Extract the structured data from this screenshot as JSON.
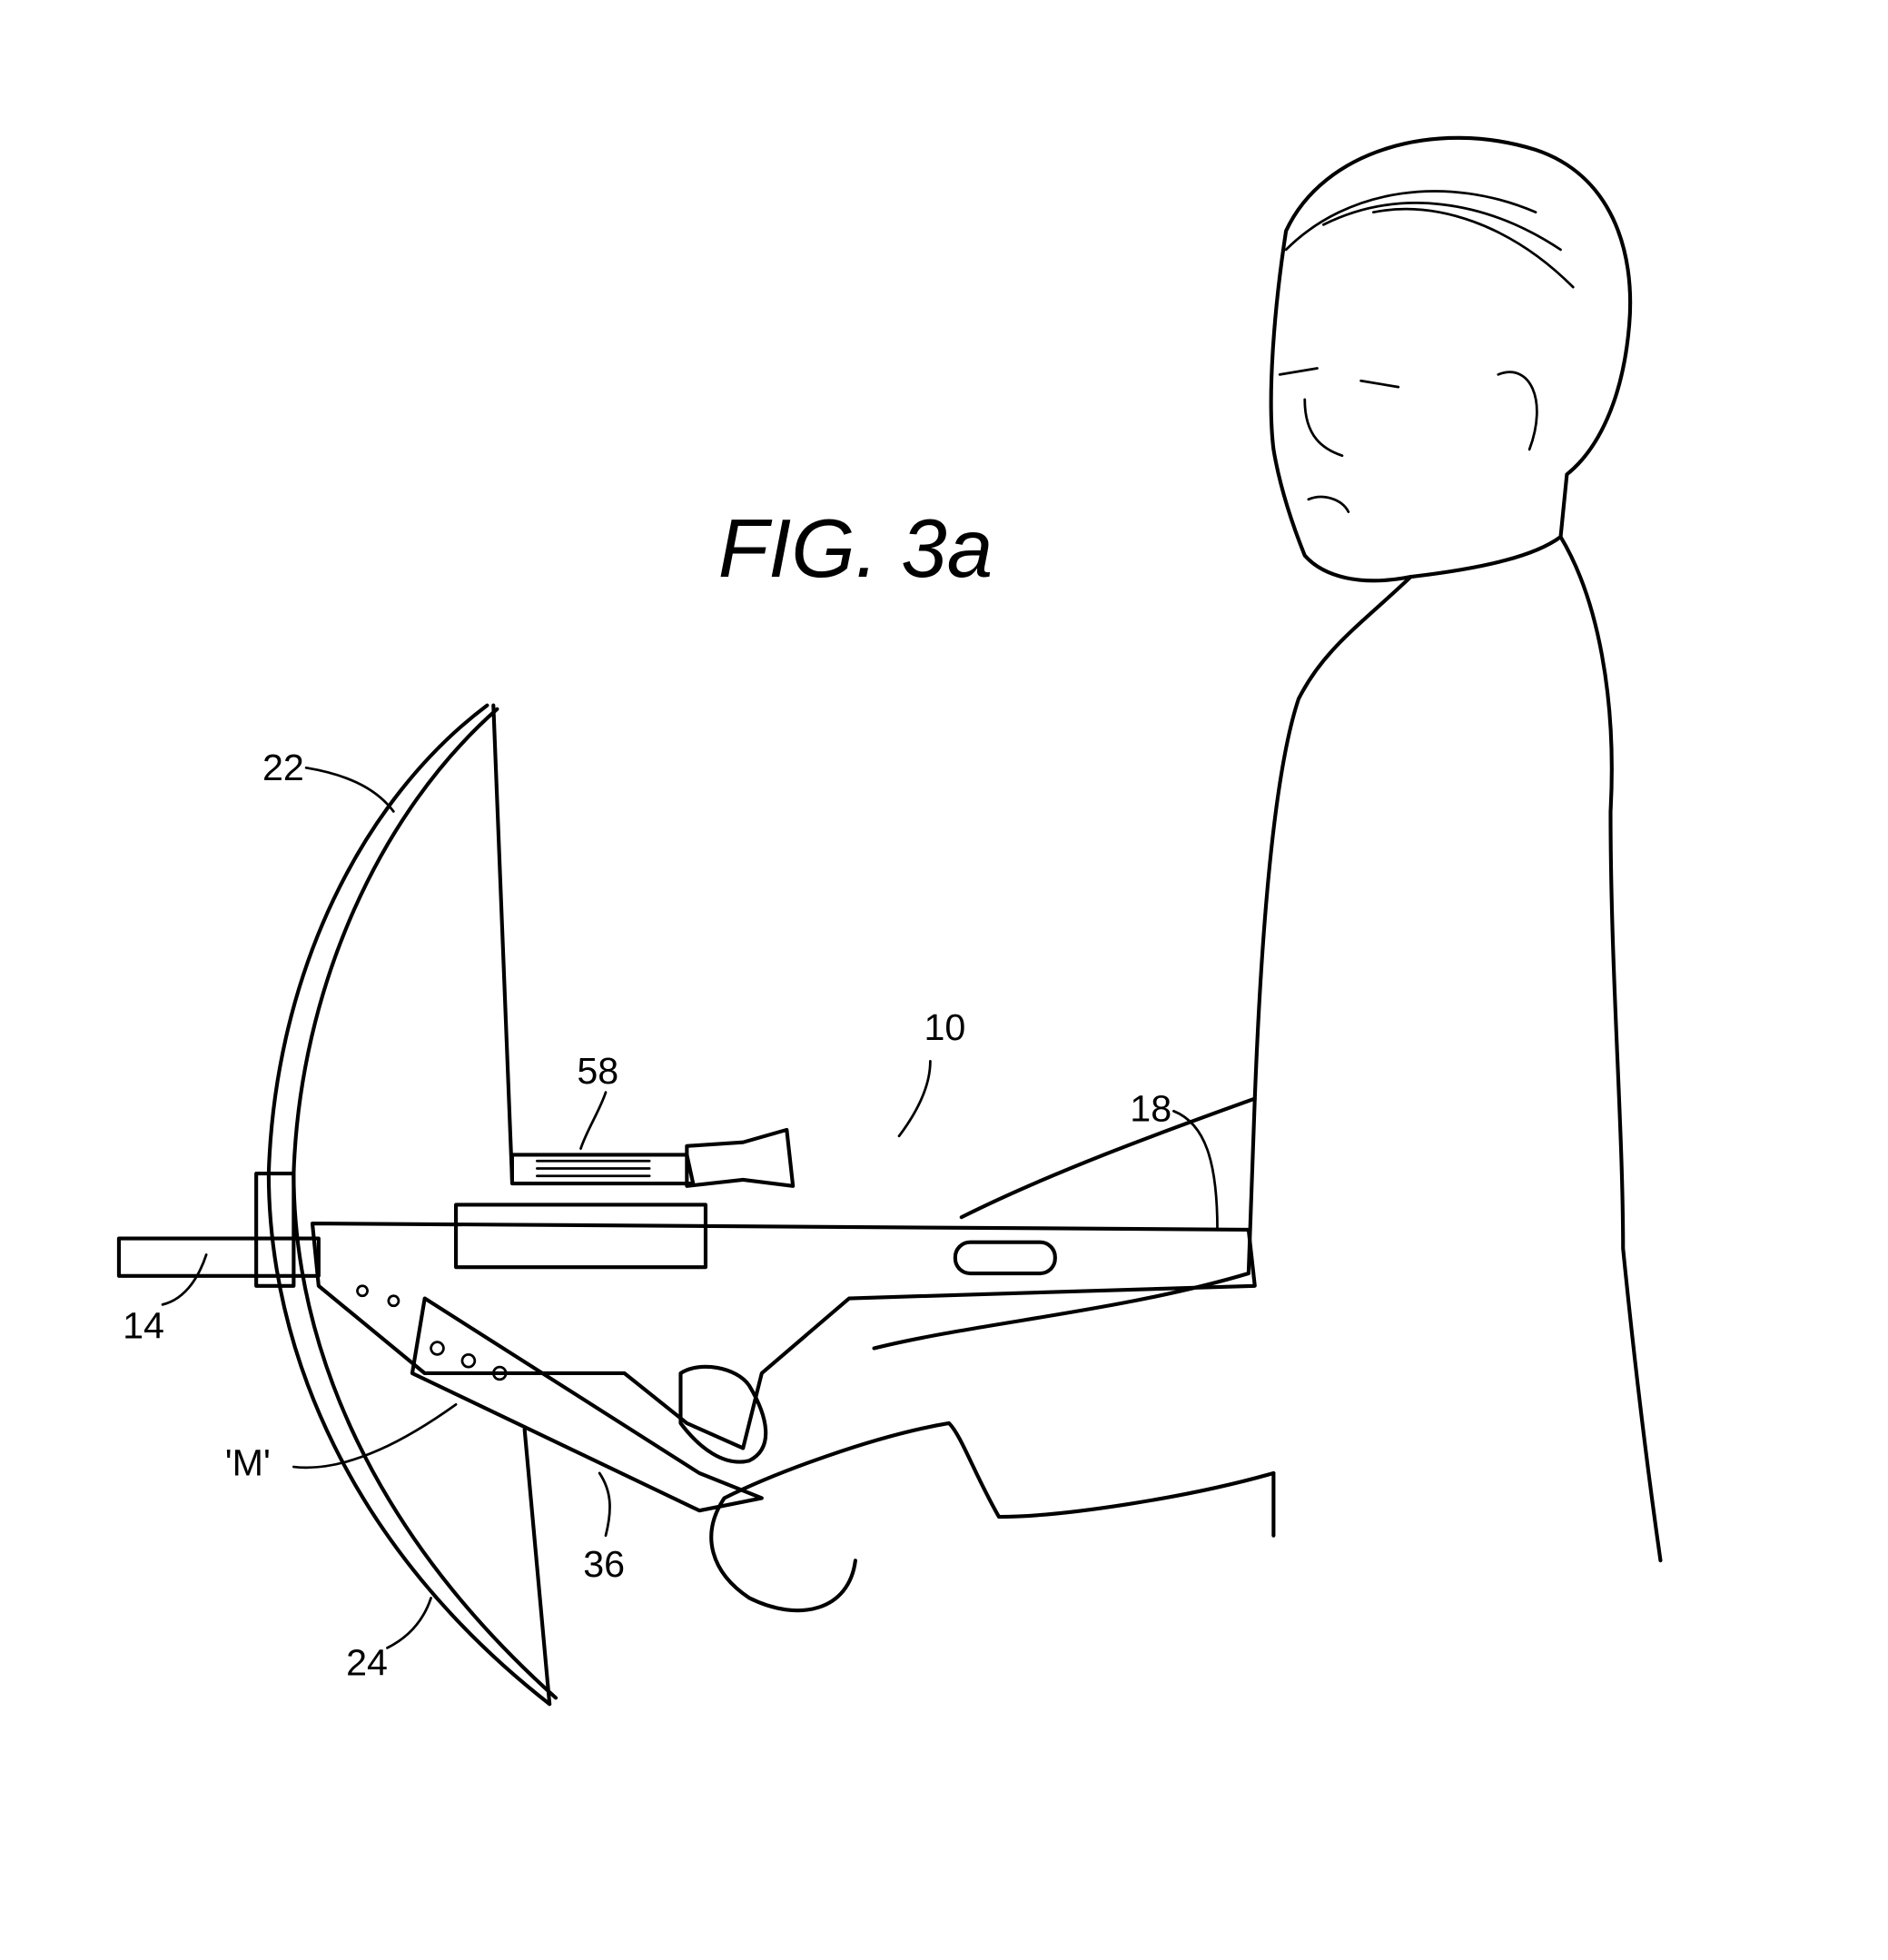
{
  "figure": {
    "title": "FIG. 3a",
    "labels": {
      "bow_limb_upper": "22",
      "scope": "58",
      "crossbow": "10",
      "stock": "18",
      "barrel": "14",
      "marker": "'M'",
      "foregrip": "36",
      "bow_limb_lower": "24"
    }
  }
}
